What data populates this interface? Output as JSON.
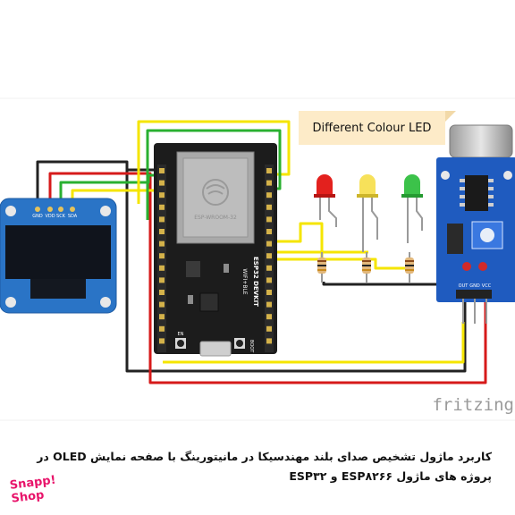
{
  "title_label": "Different Colour LED",
  "watermark": "fritzing",
  "board": {
    "label_top": "ESP32 DEVKIT",
    "label_wifi": "WIFI+BLE",
    "shield_text": "ESP-WROOM-32",
    "button_en": "EN",
    "button_boot": "BOOT"
  },
  "oled": {
    "pins": [
      "GND",
      "VDD",
      "SCK",
      "SDA"
    ]
  },
  "sound_module": {
    "pins": [
      "OUT",
      "GND",
      "VCC"
    ]
  },
  "caption": {
    "line1": "کاربرد ماژول تشخیص صدای بلند مهندسیکا  در مانیتورینگ با صفحه نمایش OLED در",
    "line2": "پروژه های ماژول ESP۸۲۶۶  و  ESP۳۲"
  },
  "brand": {
    "line1": "Snapp!",
    "line2": "Shop"
  },
  "colors": {
    "wire_yellow": "#f5e500",
    "wire_green": "#29b030",
    "wire_red": "#d61a1a",
    "wire_black": "#222222",
    "board_black": "#1c1c1c",
    "oled_blue": "#2a74c6",
    "module_blue": "#1f5bbf",
    "label_bg": "#fdebc8",
    "brand_pink": "#e8136a"
  }
}
